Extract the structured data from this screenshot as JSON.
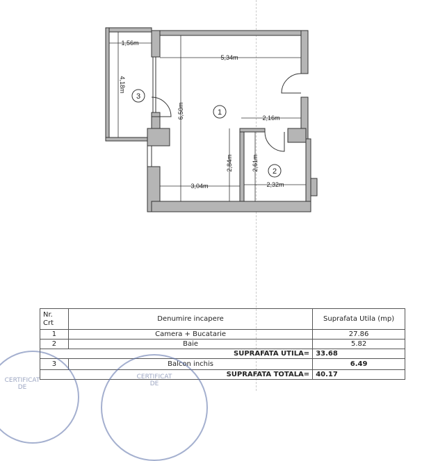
{
  "plan": {
    "dimensions": [
      "1,56m",
      "5,34m",
      "4,18m",
      "6,50m",
      "2,16m",
      "2,84m",
      "2,61m",
      "3,04m",
      "2,32m"
    ],
    "room_numbers": [
      "1",
      "2",
      "3"
    ]
  },
  "table": {
    "headers": {
      "nr": "Nr. Crt",
      "name": "Denumire incapere",
      "area": "Suprafata Utila (mp)"
    },
    "rows": [
      {
        "nr": "1",
        "name": "Camera + Bucatarie",
        "area": "27.86"
      },
      {
        "nr": "2",
        "name": "Baie",
        "area": "5.82"
      }
    ],
    "utila_label": "SUPRAFATA UTILA=",
    "utila_value": "33.68",
    "row3": {
      "nr": "3",
      "name": "Balcon inchis",
      "area": "6.49"
    },
    "totala_label": "SUPRAFATA TOTALA=",
    "totala_value": "40.17"
  },
  "stamps": {
    "left": "CERTIFICAT DE",
    "right": "CERTIFICAT DE"
  },
  "colors": {
    "wall": "#b5b5b5",
    "line": "#333333",
    "stamp": "#4a5c90"
  }
}
